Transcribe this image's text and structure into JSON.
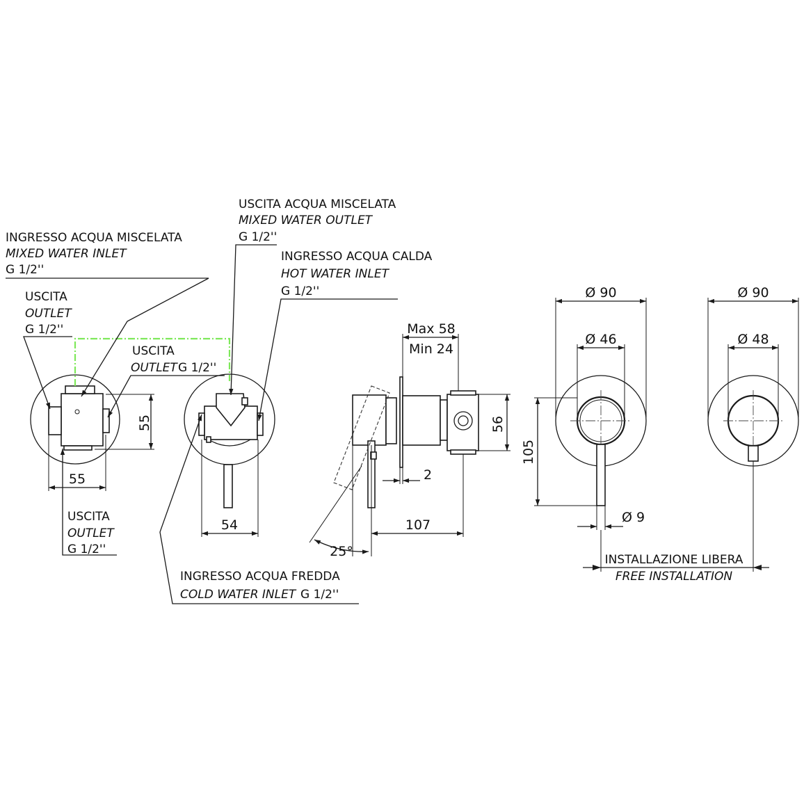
{
  "colors": {
    "ink": "#1a1a1a",
    "piping": "#7ee85a",
    "background": "#ffffff"
  },
  "labels": {
    "mixed_in": {
      "it": "INGRESSO ACQUA MISCELATA",
      "en": "MIXED WATER INLET",
      "thread": "G 1/2''"
    },
    "mixed_out": {
      "it": "USCITA ACQUA MISCELATA",
      "en": "MIXED WATER OUTLET",
      "thread": "G 1/2''"
    },
    "hot_in": {
      "it": "INGRESSO ACQUA CALDA",
      "en": "HOT WATER INLET",
      "thread": "G 1/2''"
    },
    "outlet_left": {
      "it": "USCITA",
      "en": "OUTLET",
      "thread": "G 1/2''"
    },
    "outlet_mid": {
      "it": "USCITA",
      "en": "OUTLET",
      "thread": "G 1/2''"
    },
    "outlet_bottom": {
      "it": "USCITA",
      "en": "OUTLET",
      "thread": "G 1/2''"
    },
    "cold_in": {
      "it": "INGRESSO ACQUA FREDDA",
      "en": "COLD WATER INLET",
      "thread": "G 1/2''"
    },
    "free_install": {
      "it": "INSTALLAZIONE LIBERA",
      "en": "FREE INSTALLATION"
    }
  },
  "dimensions": {
    "d55_vertical": "55",
    "d55_horizontal": "55",
    "d54": "54",
    "max": "Max 58",
    "min": "Min 24",
    "d56": "56",
    "d2": "2",
    "d107": "107",
    "angle": "25°",
    "d105": "105",
    "dia90_a": "Ø 90",
    "dia46": "Ø 46",
    "dia9": "Ø 9",
    "dia90_b": "Ø 90",
    "dia48": "Ø 48"
  }
}
